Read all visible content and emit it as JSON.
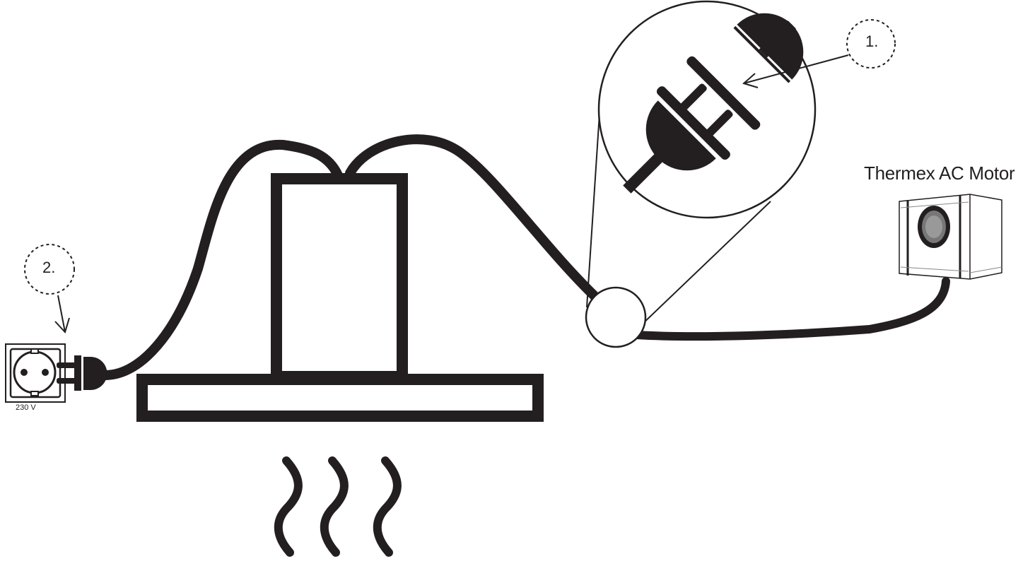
{
  "diagram": {
    "motor_label": "Thermex AC Motor",
    "socket_voltage": "230 V",
    "callouts": [
      "1.",
      "2."
    ]
  },
  "icons": {
    "hood": "kitchen-hood-icon",
    "plug_connector": "plug-connector-icon",
    "wall_socket": "wall-socket-icon",
    "motor": "motor-box-icon",
    "steam": "steam-icon"
  },
  "colors": {
    "line": "#231f20",
    "background": "#ffffff"
  }
}
